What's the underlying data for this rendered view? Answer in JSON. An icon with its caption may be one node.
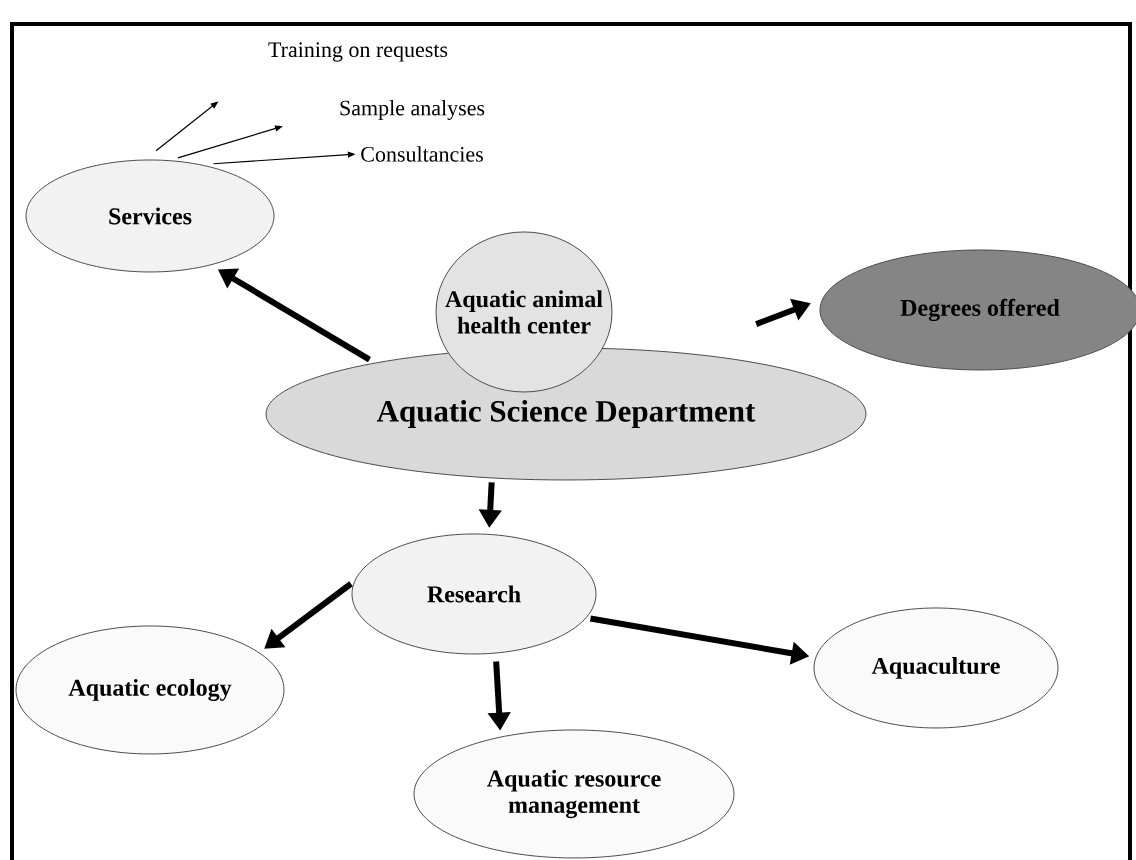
{
  "diagram": {
    "nodes": [
      {
        "text": [
          "Services"
        ]
      },
      {
        "text": [
          "Aquatic Science Department"
        ]
      },
      {
        "text": [
          "Aquatic animal health center"
        ]
      },
      {
        "text": [
          "Degrees offered"
        ]
      },
      {
        "text": [
          "Research"
        ]
      },
      {
        "text": [
          "Aquatic ecology"
        ]
      },
      {
        "text": [
          "Aquaculture"
        ]
      },
      {
        "text": [
          "Aquatic resource management"
        ]
      },
      {
        "text": [
          "Training on requests"
        ]
      },
      {
        "text": [
          "Sample analyses"
        ]
      },
      {
        "text": [
          "Consultancies"
        ]
      }
    ],
    "edges": [
      {
        "from": 1,
        "to": 0,
        "arrow": "to"
      },
      {
        "from": 1,
        "to": 3,
        "arrow": "to"
      },
      {
        "from": 1,
        "to": 4,
        "arrow": "to"
      },
      {
        "from": 4,
        "to": 5,
        "arrow": "to"
      },
      {
        "from": 4,
        "to": 7,
        "arrow": "to"
      },
      {
        "from": 4,
        "to": 6,
        "arrow": "to"
      },
      {
        "from": 0,
        "to": 8,
        "arrow": "to"
      },
      {
        "from": 0,
        "to": 9,
        "arrow": "to"
      },
      {
        "from": 0,
        "to": 10,
        "arrow": "to"
      }
    ]
  }
}
